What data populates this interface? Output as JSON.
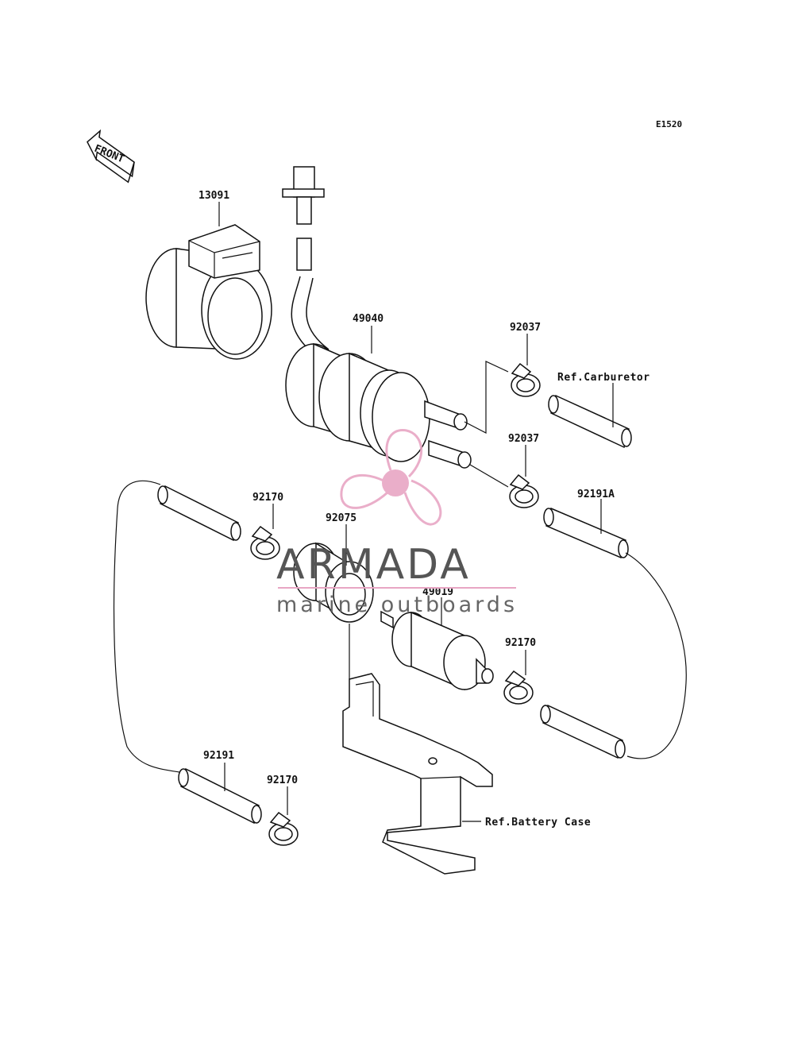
{
  "diagram": {
    "code": "E1520",
    "front_label": "FRONT",
    "part_labels": {
      "p13091": "13091",
      "p49040": "49040",
      "p92037a": "92037",
      "p92037b": "92037",
      "p92170a": "92170",
      "p92075": "92075",
      "p49019": "49019",
      "p92170b": "92170",
      "p92191A": "92191A",
      "p92191": "92191",
      "p92170c": "92170"
    },
    "references": {
      "carburetor": "Ref.Carburetor",
      "battery_case": "Ref.Battery Case"
    }
  },
  "watermark": {
    "title": "ARMADA",
    "subtitle": "marine outboards",
    "accent_color": "#e8a6c4",
    "text_color": "#555555"
  }
}
